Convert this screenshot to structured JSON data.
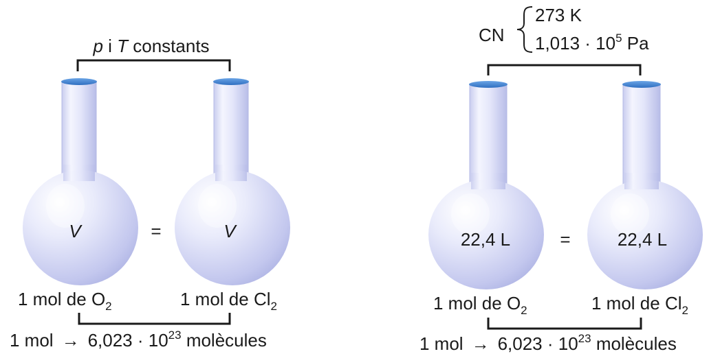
{
  "left": {
    "condition": {
      "p": "p",
      "i": " i ",
      "T": "T",
      "rest": " constants"
    },
    "flask_left_volume": "V",
    "flask_right_volume": "V",
    "equals": "=",
    "gas_left": {
      "prefix": "1 mol de O",
      "sub": "2"
    },
    "gas_right": {
      "prefix": "1 mol de Cl",
      "sub": "2"
    },
    "molecules": {
      "prefix": "1 mol",
      "arrow": "→",
      "number": "6,023 · 10",
      "exp": "23",
      "suffix": " molècules"
    }
  },
  "right": {
    "cn_label": "CN",
    "temperature": "273 K",
    "pressure": {
      "prefix": "1,013 · 10",
      "exp": "5",
      "suffix": " Pa"
    },
    "flask_left_volume": "22,4 L",
    "flask_right_volume": "22,4 L",
    "equals": "=",
    "gas_left": {
      "prefix": "1 mol de O",
      "sub": "2"
    },
    "gas_right": {
      "prefix": "1 mol de Cl",
      "sub": "2"
    },
    "molecules": {
      "prefix": "1 mol",
      "arrow": "→",
      "number": "6,023 · 10",
      "exp": "23",
      "suffix": " molècules"
    }
  },
  "colors": {
    "glass_body": "#e6e8fa",
    "glass_shade": "#b9bde9",
    "glass_highlight": "#ffffff",
    "rim": "#3d7fcf",
    "ink": "#1a1a1a"
  }
}
